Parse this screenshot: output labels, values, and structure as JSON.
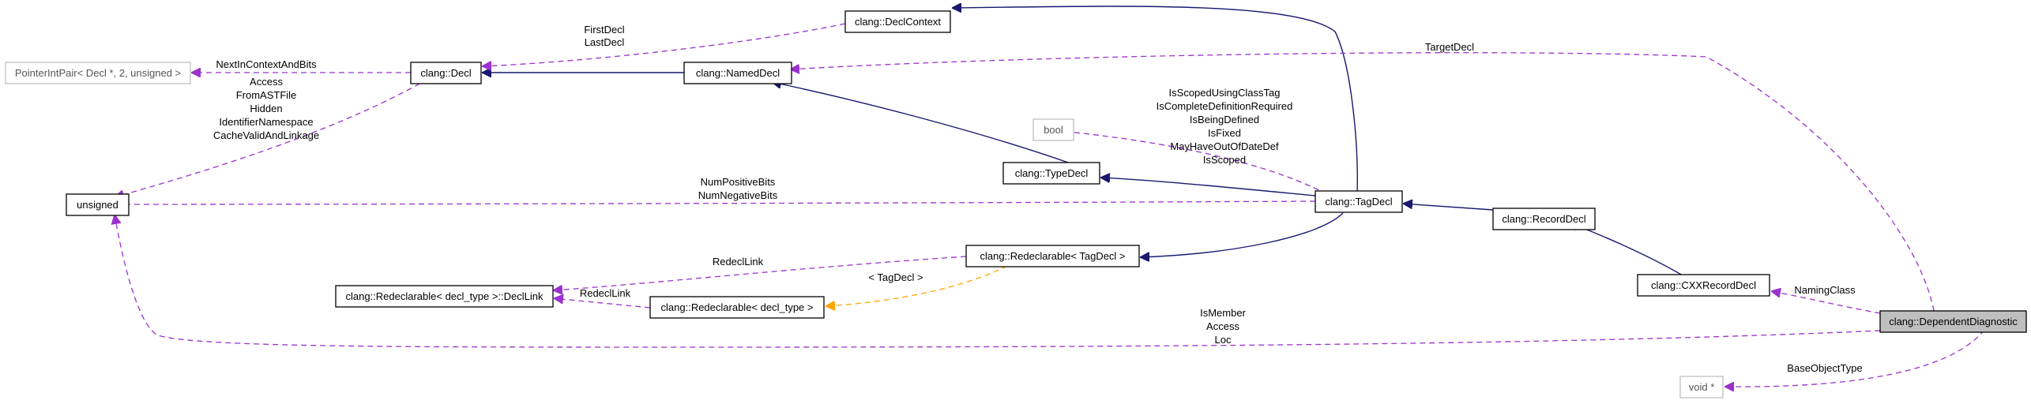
{
  "nodes": {
    "decl_context": "clang::DeclContext",
    "pointer_int_pair": "PointerIntPair< Decl *, 2, unsigned >",
    "decl": "clang::Decl",
    "named_decl": "clang::NamedDecl",
    "bool": "bool",
    "unsigned": "unsigned",
    "type_decl": "clang::TypeDecl",
    "tag_decl": "clang::TagDecl",
    "record_decl": "clang::RecordDecl",
    "redeclarable_tagdecl": "clang::Redeclarable< TagDecl >",
    "cxx_record_decl": "clang::CXXRecordDecl",
    "decl_link": "clang::Redeclarable< decl_type >::DeclLink",
    "redeclarable_decl_type": "clang::Redeclarable< decl_type >",
    "dependent_diagnostic": "clang::DependentDiagnostic",
    "void_ptr": "void *"
  },
  "labels": {
    "first_decl": "FirstDecl",
    "last_decl": "LastDecl",
    "target_decl": "TargetDecl",
    "next_in_context": "NextInContextAndBits",
    "access": "Access",
    "from_ast_file": "FromASTFile",
    "hidden": "Hidden",
    "identifier_namespace": "IdentifierNamespace",
    "cache_valid": "CacheValidAndLinkage",
    "is_scoped_using_class_tag": "IsScopedUsingClassTag",
    "is_complete_def_required": "IsCompleteDefinitionRequired",
    "is_being_defined": "IsBeingDefined",
    "is_fixed": "IsFixed",
    "may_have_out_of_date_def": "MayHaveOutOfDateDef",
    "is_scoped": "IsScoped",
    "num_positive_bits": "NumPositiveBits",
    "num_negative_bits": "NumNegativeBits",
    "redecl_link_1": "RedeclLink",
    "redecl_link_2": "RedeclLink",
    "tag_decl_template": "< TagDecl >",
    "naming_class": "NamingClass",
    "is_member": "IsMember",
    "access_2": "Access",
    "loc": "Loc",
    "base_object_type": "BaseObjectType"
  }
}
